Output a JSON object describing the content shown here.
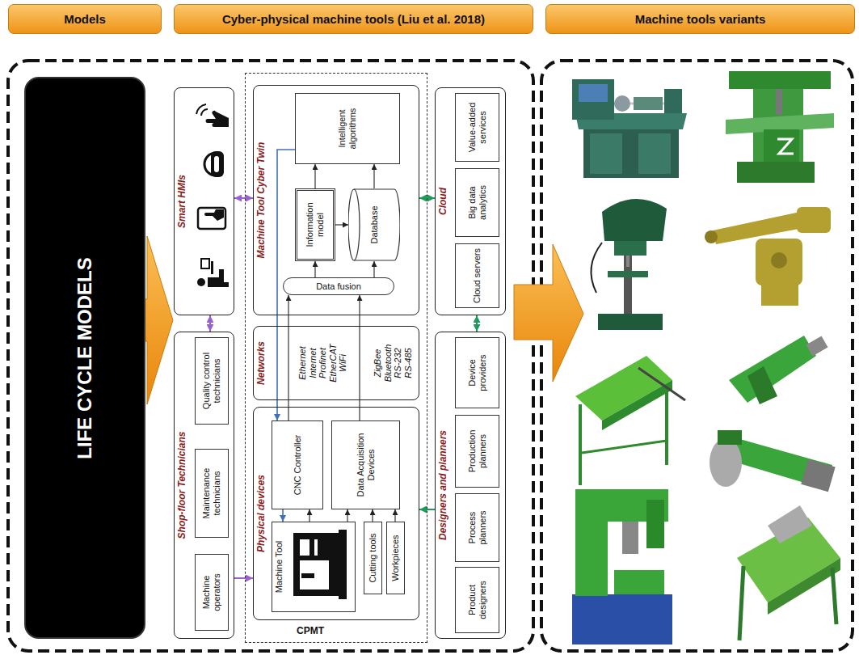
{
  "diagram": {
    "nodes": [
      {
        "text": [
          "Models"
        ]
      },
      {
        "text": [
          "Cyber-physical machine tools (Liu et al. 2018)"
        ]
      },
      {
        "text": [
          "Machine tools variants"
        ]
      },
      {
        "text": [
          "LIFE CYCLE MODELS"
        ]
      },
      {
        "text": [
          "Smart HMIs"
        ]
      },
      {
        "text": [
          "Shop-floor Technicians"
        ]
      },
      {
        "text": [
          "Machine operators"
        ],
        "in": 5
      },
      {
        "text": [
          "Maintenance technicians"
        ],
        "in": 5
      },
      {
        "text": [
          "Quality control technicians"
        ],
        "in": 5
      },
      {
        "text": [
          "CPMT"
        ]
      },
      {
        "text": [
          "Machine Tool Cyber Twin"
        ],
        "in": 9
      },
      {
        "text": [
          "Data fusion"
        ],
        "in": 10
      },
      {
        "text": [
          "Information model"
        ],
        "in": 10
      },
      {
        "text": [
          "Database"
        ],
        "in": 10
      },
      {
        "text": [
          "Intelligent algorithms"
        ],
        "in": 10
      },
      {
        "text": [
          "Networks",
          "Ethernet Internet Profinet EtherCAT WiFi",
          "ZigBee Bluetooth RS-232 RS-485"
        ],
        "in": 9
      },
      {
        "text": [
          "Physical devices"
        ],
        "in": 9
      },
      {
        "text": [
          "Machine Tool"
        ],
        "in": 16
      },
      {
        "text": [
          "Cutting tools"
        ],
        "in": 16
      },
      {
        "text": [
          "Workpieces"
        ],
        "in": 16
      },
      {
        "text": [
          "CNC Controller"
        ],
        "in": 16
      },
      {
        "text": [
          "Data Acquisition Devices"
        ],
        "in": 16
      },
      {
        "text": [
          "Cloud"
        ]
      },
      {
        "text": [
          "Cloud servers"
        ],
        "in": 22
      },
      {
        "text": [
          "Big data analytics"
        ],
        "in": 22
      },
      {
        "text": [
          "Value-added services"
        ],
        "in": 22
      },
      {
        "text": [
          "Designers and planners"
        ]
      },
      {
        "text": [
          "Product designers"
        ],
        "in": 26
      },
      {
        "text": [
          "Process planners"
        ],
        "in": 26
      },
      {
        "text": [
          "Production planners"
        ],
        "in": 26
      },
      {
        "text": [
          "Device providers"
        ],
        "in": 26
      }
    ],
    "edges": [
      {
        "from": 4,
        "to": 10,
        "arrow": "both"
      },
      {
        "from": 4,
        "to": 5,
        "arrow": "both"
      },
      {
        "from": 5,
        "to": 16,
        "arrow": "to"
      },
      {
        "from": 10,
        "to": 22,
        "arrow": "both"
      },
      {
        "from": 22,
        "to": 26,
        "arrow": "both"
      },
      {
        "from": 26,
        "to": 16,
        "arrow": "to"
      },
      {
        "from": 14,
        "to": 20,
        "arrow": "to"
      },
      {
        "from": 20,
        "to": 17,
        "arrow": "to"
      },
      {
        "from": 17,
        "to": 20,
        "arrow": "to"
      },
      {
        "from": 17,
        "to": 21,
        "arrow": "to"
      },
      {
        "from": 18,
        "to": 21,
        "arrow": "to"
      },
      {
        "from": 19,
        "to": 21,
        "arrow": "to"
      },
      {
        "from": 20,
        "to": 11,
        "arrow": "to"
      },
      {
        "from": 21,
        "to": 11,
        "arrow": "to"
      },
      {
        "from": 11,
        "to": 12,
        "arrow": "to"
      },
      {
        "from": 11,
        "to": 13,
        "arrow": "to"
      },
      {
        "from": 12,
        "to": 13,
        "arrow": "to"
      },
      {
        "from": 12,
        "to": 14,
        "arrow": "to"
      },
      {
        "from": 13,
        "to": 14,
        "arrow": "to"
      }
    ]
  }
}
